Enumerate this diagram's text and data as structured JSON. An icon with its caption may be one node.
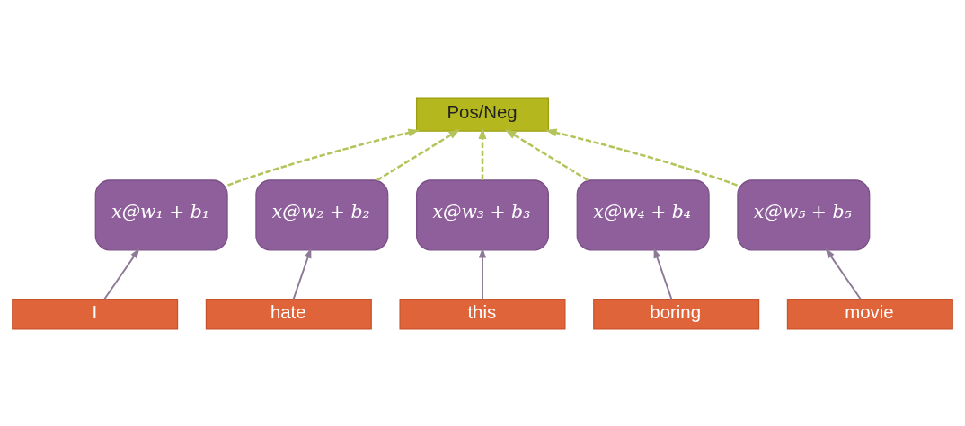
{
  "diagram": {
    "nodes": [
      {
        "text": [
          "Pos/Neg"
        ]
      },
      {
        "text": [
          "x@w₁ + b₁"
        ]
      },
      {
        "text": [
          "x@w₂ + b₂"
        ]
      },
      {
        "text": [
          "x@w₃ + b₃"
        ]
      },
      {
        "text": [
          "x@w₄ + b₄"
        ]
      },
      {
        "text": [
          "x@w₅ + b₅"
        ]
      },
      {
        "text": [
          "I"
        ]
      },
      {
        "text": [
          "hate"
        ]
      },
      {
        "text": [
          "this"
        ]
      },
      {
        "text": [
          "boring"
        ]
      },
      {
        "text": [
          "movie"
        ]
      }
    ],
    "edges": [
      {
        "from": 6,
        "to": 1,
        "arrow": "to",
        "color": "#8e7a96"
      },
      {
        "from": 7,
        "to": 2,
        "arrow": "to",
        "color": "#8e7a96"
      },
      {
        "from": 8,
        "to": 3,
        "arrow": "to",
        "color": "#8e7a96"
      },
      {
        "from": 9,
        "to": 4,
        "arrow": "to",
        "color": "#8e7a96"
      },
      {
        "from": 10,
        "to": 5,
        "arrow": "to",
        "color": "#8e7a96"
      },
      {
        "from": 1,
        "to": 0,
        "arrow": "to",
        "style": "dashed",
        "color": "#b5c45a"
      },
      {
        "from": 2,
        "to": 0,
        "arrow": "to",
        "style": "dashed",
        "color": "#b5c45a"
      },
      {
        "from": 3,
        "to": 0,
        "arrow": "to",
        "style": "dashed",
        "color": "#b5c45a"
      },
      {
        "from": 4,
        "to": 0,
        "arrow": "to",
        "style": "dashed",
        "color": "#b5c45a"
      },
      {
        "from": 5,
        "to": 0,
        "arrow": "to",
        "style": "dashed",
        "color": "#b5c45a"
      }
    ]
  }
}
